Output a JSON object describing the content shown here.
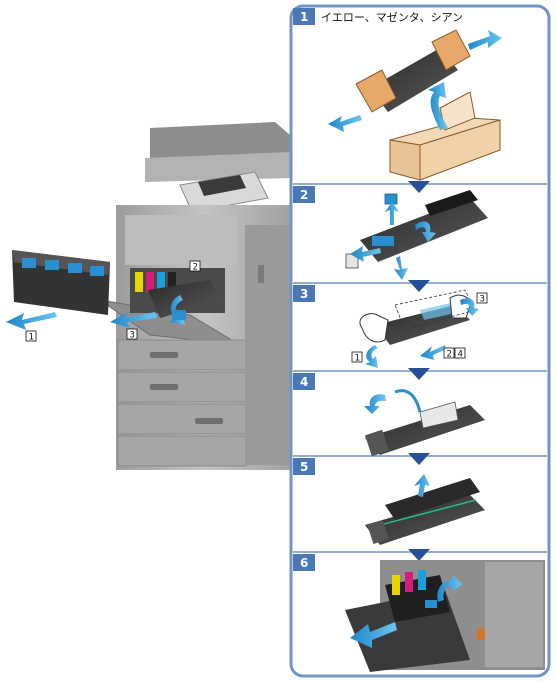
{
  "procedure": {
    "header_title": "イエロー、マゼンタ、シアン",
    "steps": [
      {
        "number": "1"
      },
      {
        "number": "2"
      },
      {
        "number": "3"
      },
      {
        "number": "4"
      },
      {
        "number": "5"
      },
      {
        "number": "6"
      }
    ]
  },
  "machine_callouts": {
    "remove_waste_box": "1",
    "open_door": "2",
    "pull_unit": "3"
  },
  "step3_callouts": {
    "a": "1",
    "b": "2",
    "c": "3",
    "d": "4"
  },
  "colors": {
    "panel_border": "#6f95c6",
    "step_badge": "#4a78b5",
    "arrow_blue": "#3fa0d8",
    "device_gray": "#a8a8a8"
  }
}
